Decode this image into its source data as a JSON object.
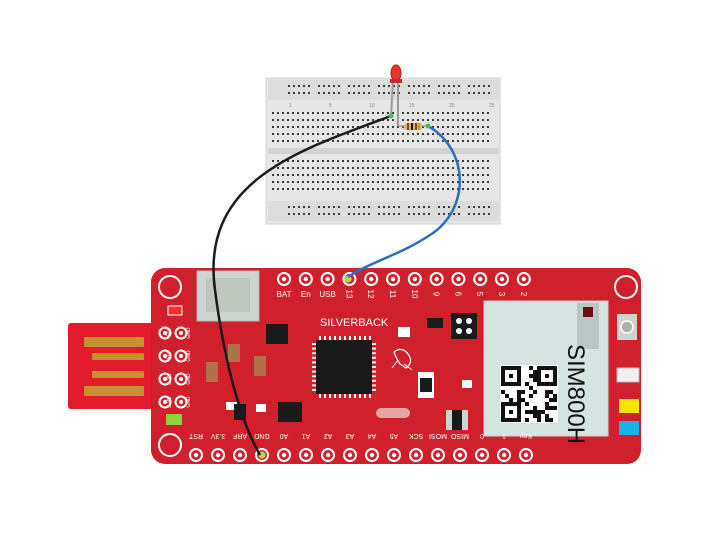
{
  "board": {
    "name": "SILVERBACK",
    "module": "SIM800H",
    "top_pins": [
      "BAT",
      "En",
      "USB",
      "13",
      "12",
      "11",
      "10",
      "9",
      "6",
      "5",
      "3",
      "2"
    ],
    "bottom_pins": [
      "RST",
      "3.3V",
      "ARF",
      "GND",
      "A0",
      "A1",
      "A2",
      "A3",
      "A4",
      "A5",
      "SCK",
      "MOSI",
      "MISO",
      "0",
      "1",
      "Key"
    ],
    "side_pins": [
      "5V",
      "GND",
      "5V",
      "GND",
      "3.3V",
      "GND",
      "3.3V",
      "GND"
    ],
    "colors": {
      "pcb": "#d0202c",
      "module": "#d4e4e0",
      "usb": "#e21c2c",
      "gold": "#c9902e"
    }
  },
  "breadboard": {
    "color": "#e9e9e9",
    "column_numbers": [
      "1",
      "5",
      "10",
      "15",
      "20",
      "25"
    ]
  },
  "components": {
    "led_color": "#e8332e",
    "resistor_color": "#d9b27c"
  },
  "wires": {
    "ground_wire_color": "#1b1b1b",
    "signal_wire_color": "#2a6fbf"
  }
}
